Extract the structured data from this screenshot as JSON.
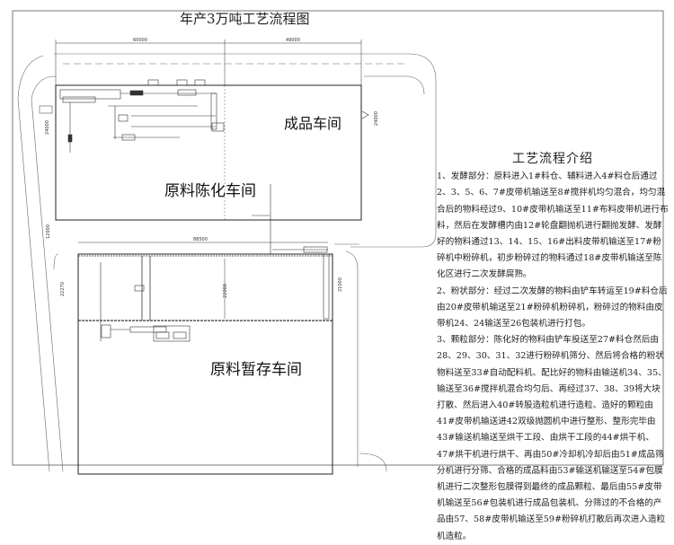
{
  "title": "年产3万吨工艺流程图",
  "rooms": {
    "finished": "成品车间",
    "aging": "原料陈化车间",
    "storage": "原料暂存车间"
  },
  "dimensions": {
    "top_left": "60000",
    "top_right": "49000",
    "left_upper": "24000",
    "right_upper": "24000",
    "lower_width": "88500",
    "lower_left": "22270",
    "lower_inner": "22000",
    "lower_right": "21000",
    "gap": "12000"
  },
  "process": {
    "heading": "工艺流程介绍",
    "paragraphs": [
      "1、发酵部分：原料进入1#料仓、辅料进入4#料仓后通过2、3、5、6、7#皮带机输送至8#搅拌机均匀混合，均匀混合后的物料经过9、10#皮带机输送至11#布料皮带机进行布料，然后在发酵槽内由12#轮盘翻抛机进行翻抛发酵、发酵好的物料通过13、14、15、16#出料皮带机输送至17#粉碎机中粉碎机，初步粉碎过的物料通过18#皮带机输送至陈化区进行二次发酵腐熟。",
      "2、粉状部分：经过二次发酵的物料由铲车转运至19#料仓后由20#皮带机输送至21#粉碎机粉碎机，粉碎过的物料由皮带机24、24输送至26包装机进行打包。",
      "3、颗粒部分：陈化好的物料由铲车投送至27#料仓然后由28、29、30、31、32进行粉碎机筛分、然后将合格的粉状物料送至33#自动配料机、配比好的物料由输送机34、35、输送至36#搅拌机混合均匀后、再经过37、38、39将大块打散、然后进入40#转股造粒机进行造粒、造好的颗粒由41#皮带机输送进42双级抛圆机中进行整形、整形完毕由43#输送机输送至烘干工段、由烘干工段的44#烘干机、47#烘干机进行烘干、再由50#冷却机冷却后由51#成品筛分机进行分筛、合格的成品料由53#输送机输送至54#包膜机进行二次整形包膜得到最终的成品颗粒、最后由55#皮带机输送至56#包装机进行成品包装机、分筛过的不合格的产品由57、58#皮带机输送至59#粉碎机打散后再次进入造粒机造粒。"
    ]
  }
}
